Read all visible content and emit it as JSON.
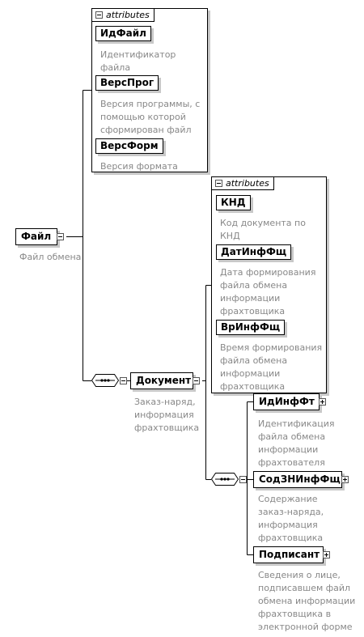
{
  "root": {
    "name": "Файл",
    "description": "Файл обмена",
    "attributes": {
      "title": "attributes",
      "items": [
        {
          "name": "ИдФайл",
          "description": [
            "Идентификатор",
            "файла"
          ]
        },
        {
          "name": "ВерсПрог",
          "description": [
            "Версия программы, с",
            "помощью которой",
            "сформирован файл"
          ]
        },
        {
          "name": "ВерсФорм",
          "description": [
            "Версия формата"
          ]
        }
      ]
    }
  },
  "document": {
    "name": "Документ",
    "description": [
      "Заказ-наряд,",
      "информация",
      "фрахтовщика"
    ],
    "attributes": {
      "title": "attributes",
      "items": [
        {
          "name": "КНД",
          "description": [
            "Код документа по",
            "КНД"
          ]
        },
        {
          "name": "ДатИнфФщ",
          "description": [
            "Дата формирования",
            "файла обмена",
            "информации",
            "фрахтовщика"
          ]
        },
        {
          "name": "ВрИнфФщ",
          "description": [
            "Время формирования",
            "файла обмена",
            "информации",
            "фрахтовщика"
          ]
        }
      ]
    },
    "children": [
      {
        "name": "ИдИнфФт",
        "description": [
          "Идентификация",
          "файла обмена",
          "информации",
          "фрахтователя"
        ]
      },
      {
        "name": "СодЗНИнфФщ",
        "description": [
          "Содержание",
          "заказ-наряда,",
          "информация",
          "фрахтовщика"
        ]
      },
      {
        "name": "Подписант",
        "description": [
          "Сведения о лице,",
          "подписавшем файл",
          "обмена информации",
          "фрахтовщика в",
          "электронной форме"
        ]
      }
    ]
  }
}
